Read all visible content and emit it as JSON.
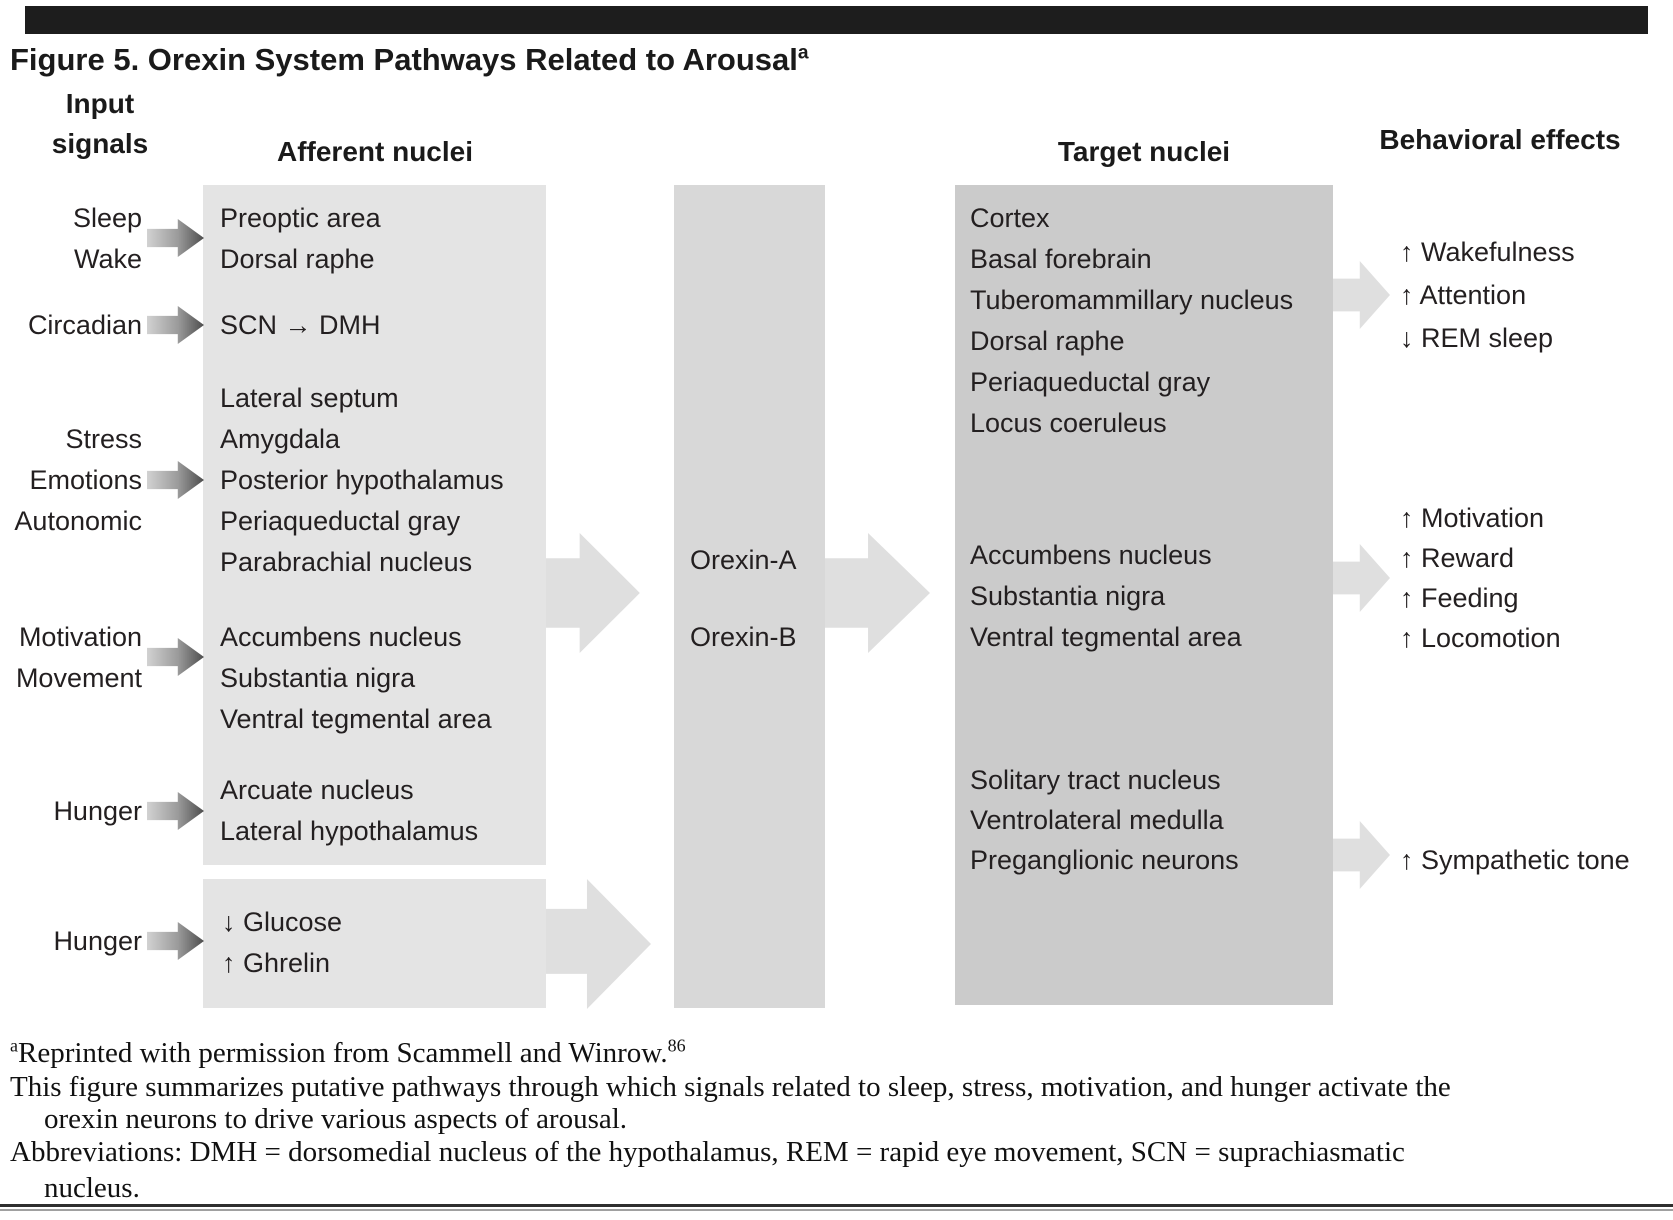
{
  "colors": {
    "top_bar": "#1d1d1d",
    "afferent_box": "#e4e4e4",
    "hunger_box": "#e4e4e4",
    "orexin_box": "#d8d8d8",
    "target_box": "#cbcbcb",
    "flow_arrow": "#dfdfdf",
    "input_arrow_dark": "#4d4d4d",
    "text": "#231f20"
  },
  "figure_title": {
    "text": "Figure 5. Orexin System Pathways Related to Arousal",
    "superscript": "a"
  },
  "headers": {
    "input_line1": "Input",
    "input_line2": "signals",
    "afferent": "Afferent nuclei",
    "target": "Target nuclei",
    "behavioral": "Behavioral effects"
  },
  "input_signals": [
    "Sleep",
    "Wake",
    "Circadian",
    "Stress",
    "Emotions",
    "Autonomic",
    "Motivation",
    "Movement",
    "Hunger",
    "Hunger"
  ],
  "afferent_nuclei": {
    "group1": [
      "Preoptic area",
      "Dorsal raphe"
    ],
    "group2": [
      "SCN → DMH"
    ],
    "group3": [
      "Lateral septum",
      "Amygdala",
      "Posterior hypothalamus",
      "Periaqueductal gray",
      "Parabrachial nucleus"
    ],
    "group4": [
      "Accumbens nucleus",
      "Substantia nigra",
      "Ventral tegmental area"
    ],
    "group5": [
      "Arcuate nucleus",
      "Lateral hypothalamus"
    ],
    "hunger_signals": [
      "↓ Glucose",
      "↑ Ghrelin"
    ]
  },
  "orexin_peptides": [
    "Orexin-A",
    "Orexin-B"
  ],
  "target_nuclei": {
    "group1": [
      "Cortex",
      "Basal forebrain",
      "Tuberomammillary nucleus",
      "Dorsal raphe",
      "Periaqueductal gray",
      "Locus coeruleus"
    ],
    "group2": [
      "Accumbens nucleus",
      "Substantia nigra",
      "Ventral tegmental area"
    ],
    "group3": [
      "Solitary tract nucleus",
      "Ventrolateral medulla",
      "Preganglionic neurons"
    ]
  },
  "behavioral_effects": {
    "group1": [
      "↑ Wakefulness",
      "↑ Attention",
      "↓ REM sleep"
    ],
    "group2": [
      "↑ Motivation",
      "↑ Reward",
      "↑ Feeding",
      "↑ Locomotion"
    ],
    "group3": [
      "↑ Sympathetic tone"
    ]
  },
  "footnote": {
    "sup_a": "a",
    "line1": "Reprinted with permission from Scammell and Winrow.",
    "ref": "86",
    "line2": "This figure summarizes putative pathways through which signals related to sleep, stress, motivation, and hunger activate the",
    "line3": "orexin neurons to drive various aspects of arousal.",
    "line4": "Abbreviations: DMH = dorsomedial nucleus of the hypothalamus, REM = rapid eye movement, SCN = suprachiasmatic",
    "line5": "nucleus."
  }
}
